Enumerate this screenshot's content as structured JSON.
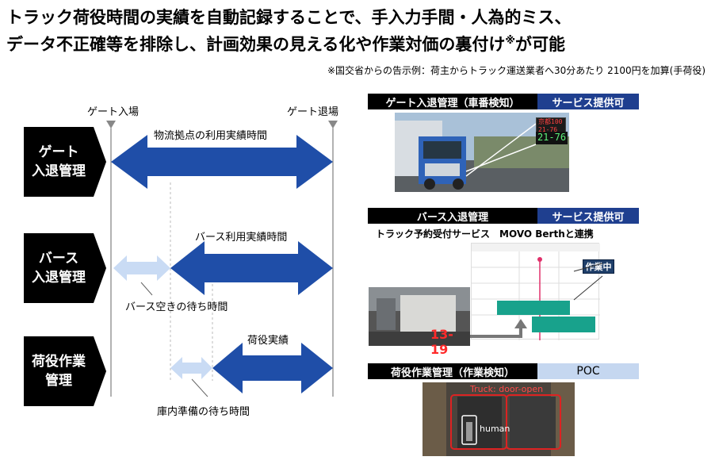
{
  "title": {
    "line1": "トラック荷役時間の実績を自動記録することで、手入力手間・人為的ミス、",
    "line2": "データ不正確等を排除し、計画効果の見える化や作業対価の裏付け",
    "sup": "※",
    "line2_end": "が可能"
  },
  "note": "※国交省からの告示例：荷主からトラック運送業者へ30分あたり 2100円を加算(手荷役)",
  "diagram": {
    "gate_in": "ゲート入場",
    "gate_out": "ゲート退場",
    "categories": [
      {
        "line1": "ゲート",
        "line2": "入退管理"
      },
      {
        "line1": "バース",
        "line2": "入退管理"
      },
      {
        "line1": "荷役作業",
        "line2": "管理"
      }
    ],
    "arrow1_label": "物流拠点の利用実績時間",
    "arrow2_label": "バース利用実績時間",
    "wait2_label": "バース空きの待ち時間",
    "arrow3_label": "荷役実績",
    "wait3_label": "庫内準備の待ち時間"
  },
  "panels": {
    "gate": {
      "left": "ゲート入退管理（車番検知）",
      "right": "サービス提供可",
      "display_top": "京都100",
      "display_mid": "21-76",
      "display_big": "21-76"
    },
    "berth": {
      "left": "バース入退管理",
      "right": "サービス提供可",
      "desc": "トラック予約受付サービス　MOVO Berthと連携",
      "badge": "作業中",
      "plate": "13-19"
    },
    "work": {
      "left": "荷役作業管理（作業検知）",
      "right": "POC",
      "box_label": "Truck: door-open",
      "human_label": "human"
    }
  },
  "colors": {
    "arrow": "#1f4ea8",
    "arrow_light": "#c9dbf4",
    "banner_blue": "#1f3f8f",
    "poc": "#c5d7f0"
  }
}
